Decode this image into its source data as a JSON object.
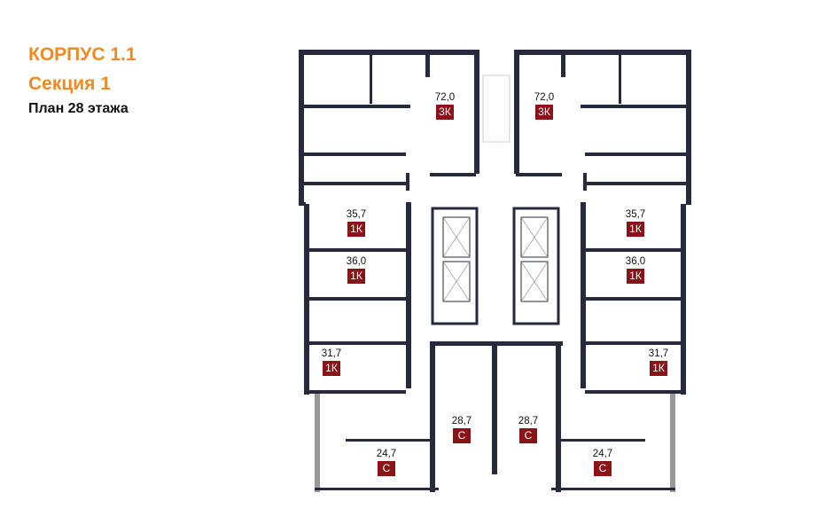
{
  "header": {
    "building": "КОРПУС 1.1",
    "section": "Секция 1",
    "plan": "План 28 этажа"
  },
  "colors": {
    "accent": "#ef8a1f",
    "badge": "#8b1318",
    "wall": "#262a3c"
  },
  "apartments": [
    {
      "area": "72,0",
      "type": "3К"
    },
    {
      "area": "72,0",
      "type": "3К"
    },
    {
      "area": "35,7",
      "type": "1К"
    },
    {
      "area": "35,7",
      "type": "1К"
    },
    {
      "area": "36,0",
      "type": "1К"
    },
    {
      "area": "36,0",
      "type": "1К"
    },
    {
      "area": "31,7",
      "type": "1К"
    },
    {
      "area": "31,7",
      "type": "1К"
    },
    {
      "area": "28,7",
      "type": "С"
    },
    {
      "area": "28,7",
      "type": "С"
    },
    {
      "area": "24,7",
      "type": "С"
    },
    {
      "area": "24,7",
      "type": "С"
    }
  ]
}
